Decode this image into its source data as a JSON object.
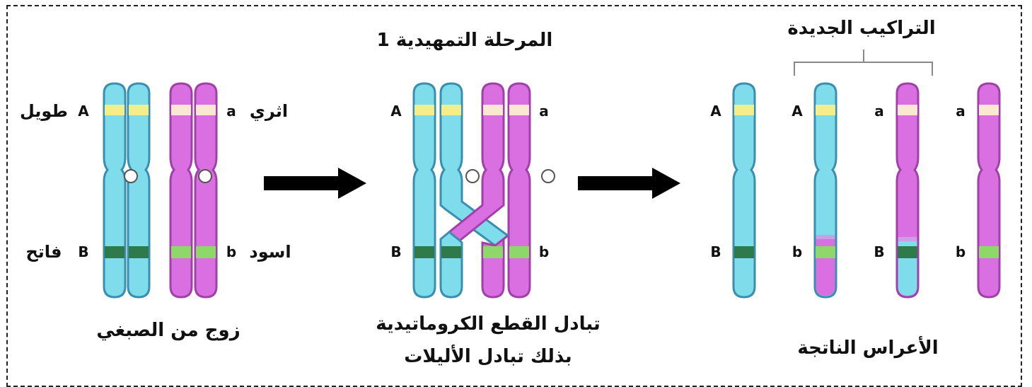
{
  "captions": {
    "phase_title": "المرحلة التمهيدية 1",
    "new_structures": "التراكيب الجديدة",
    "chromosome_pair": "زوج  من الصبغي",
    "crossover_line1": "تبادل القطع الكروماتيدية",
    "crossover_line2": "بذلك تبادل الأليلات",
    "resulting_gametes": "الأعراس الناتجة"
  },
  "traits": {
    "tall": "طويل",
    "dwarf": "اثري",
    "light": "فاتح",
    "dark": "اسود"
  },
  "alleles": {
    "A": "A",
    "a": "a",
    "B": "B",
    "b": "b"
  },
  "colors": {
    "blue_chromosome": "#7fdcea",
    "pink_chromosome": "#d96fe0",
    "outline_blue": "#3a8fb0",
    "outline_pink": "#a040a8",
    "band_A": "#f3ee8a",
    "band_a": "#fbe8d2",
    "band_B": "#2e7a4a",
    "band_b": "#8ed86a",
    "arrow": "#000000"
  }
}
